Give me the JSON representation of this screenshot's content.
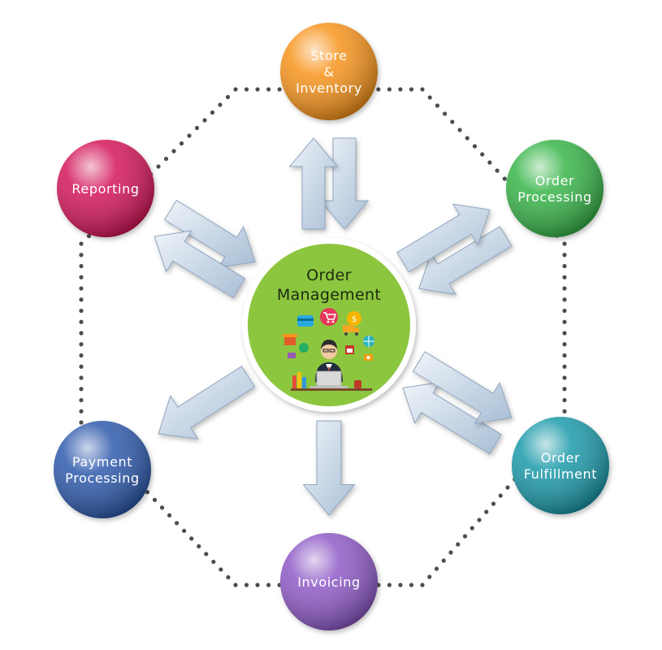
{
  "center": {
    "title_lines": [
      "Order",
      "Management"
    ],
    "color": "#8cc63f"
  },
  "nodes": [
    {
      "id": "store-inventory",
      "lines": [
        "Store",
        "&",
        "Inventory"
      ],
      "color": "#f7941d"
    },
    {
      "id": "order-processing",
      "lines": [
        "Order",
        "Processing"
      ],
      "color": "#39b54a"
    },
    {
      "id": "order-fulfillment",
      "lines": [
        "Order",
        "Fulfillment"
      ],
      "color": "#1b9aaa"
    },
    {
      "id": "invoicing",
      "lines": [
        "Invoicing"
      ],
      "color": "#8e5ac6"
    },
    {
      "id": "payment-processing",
      "lines": [
        "Payment",
        "Processing"
      ],
      "color": "#2e5aac"
    },
    {
      "id": "reporting",
      "lines": [
        "Reporting"
      ],
      "color": "#d4145a"
    }
  ],
  "colors": {
    "arrow_fill": "#c8d9ea",
    "arrow_edge": "#90a6bf",
    "dots": "#4d4d4d"
  },
  "icons": [
    "credit-card-icon",
    "shopping-cart-icon",
    "coin-icon",
    "delivery-truck-icon",
    "globe-icon",
    "store-icon",
    "calendar-icon",
    "camera-icon",
    "analytics-icon",
    "laptop-icon",
    "coffee-cup-icon",
    "books-icon"
  ]
}
